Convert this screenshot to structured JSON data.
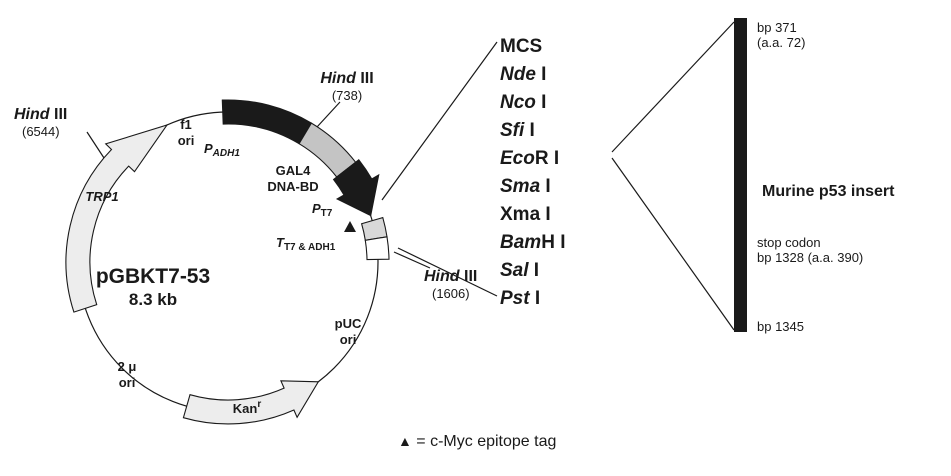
{
  "title": {
    "name": "pGBKT7-53",
    "size": "8.3 kb"
  },
  "features": {
    "trp1": "TRP1",
    "f1_ori": [
      "f1",
      "ori"
    ],
    "p_adh1": {
      "main": "P",
      "sub": "ADH1"
    },
    "gal4": [
      "GAL4",
      "DNA-BD"
    ],
    "p_t7": {
      "main": "P",
      "sub": "T7"
    },
    "t_t7_adh1": {
      "main": "T",
      "sub": "T7 & ADH1"
    },
    "puc_ori": [
      "pUC",
      "ori"
    ],
    "two_mu_ori": [
      "2 μ",
      "ori"
    ],
    "kan": {
      "main": "Kan",
      "sup": "r"
    }
  },
  "restriction_sites": {
    "hind3_left": {
      "italic": "Hind",
      "roman": " III",
      "position": "(6544)"
    },
    "hind3_top": {
      "italic": "Hind",
      "roman": " III",
      "position": "(738)"
    },
    "hind3_right": {
      "italic": "Hind",
      "roman": " III",
      "position": "(1606)"
    }
  },
  "mcs": {
    "title": "MCS",
    "sites": [
      {
        "italic": "Nde",
        "roman": " I"
      },
      {
        "italic": "Nco",
        "roman": " I"
      },
      {
        "italic": "Sfi",
        "roman": " I"
      },
      {
        "italic": "Eco",
        "roman": "R I"
      },
      {
        "italic": "Sma",
        "roman": " I"
      },
      {
        "italic": "",
        "roman": "Xma I"
      },
      {
        "italic": "Bam",
        "roman": "H I"
      },
      {
        "italic": "Sal",
        "roman": " I"
      },
      {
        "italic": "Pst",
        "roman": " I"
      }
    ]
  },
  "insert": {
    "top_bp": "bp 371",
    "top_aa": "(a.a. 72)",
    "name": "Murine p53 insert",
    "stop_label": "stop codon",
    "stop_bp": "bp 1328 (a.a. 390)",
    "bottom_bp": "bp 1345"
  },
  "legend": {
    "symbol": "▲",
    "label": " = c-Myc epitope tag"
  },
  "colors": {
    "band_light": "#ededed",
    "band_dark": "#1a1a1a",
    "band_gray": "#c4c4c4",
    "box_gray": "#d8d8d8",
    "box_white": "#ffffff"
  }
}
